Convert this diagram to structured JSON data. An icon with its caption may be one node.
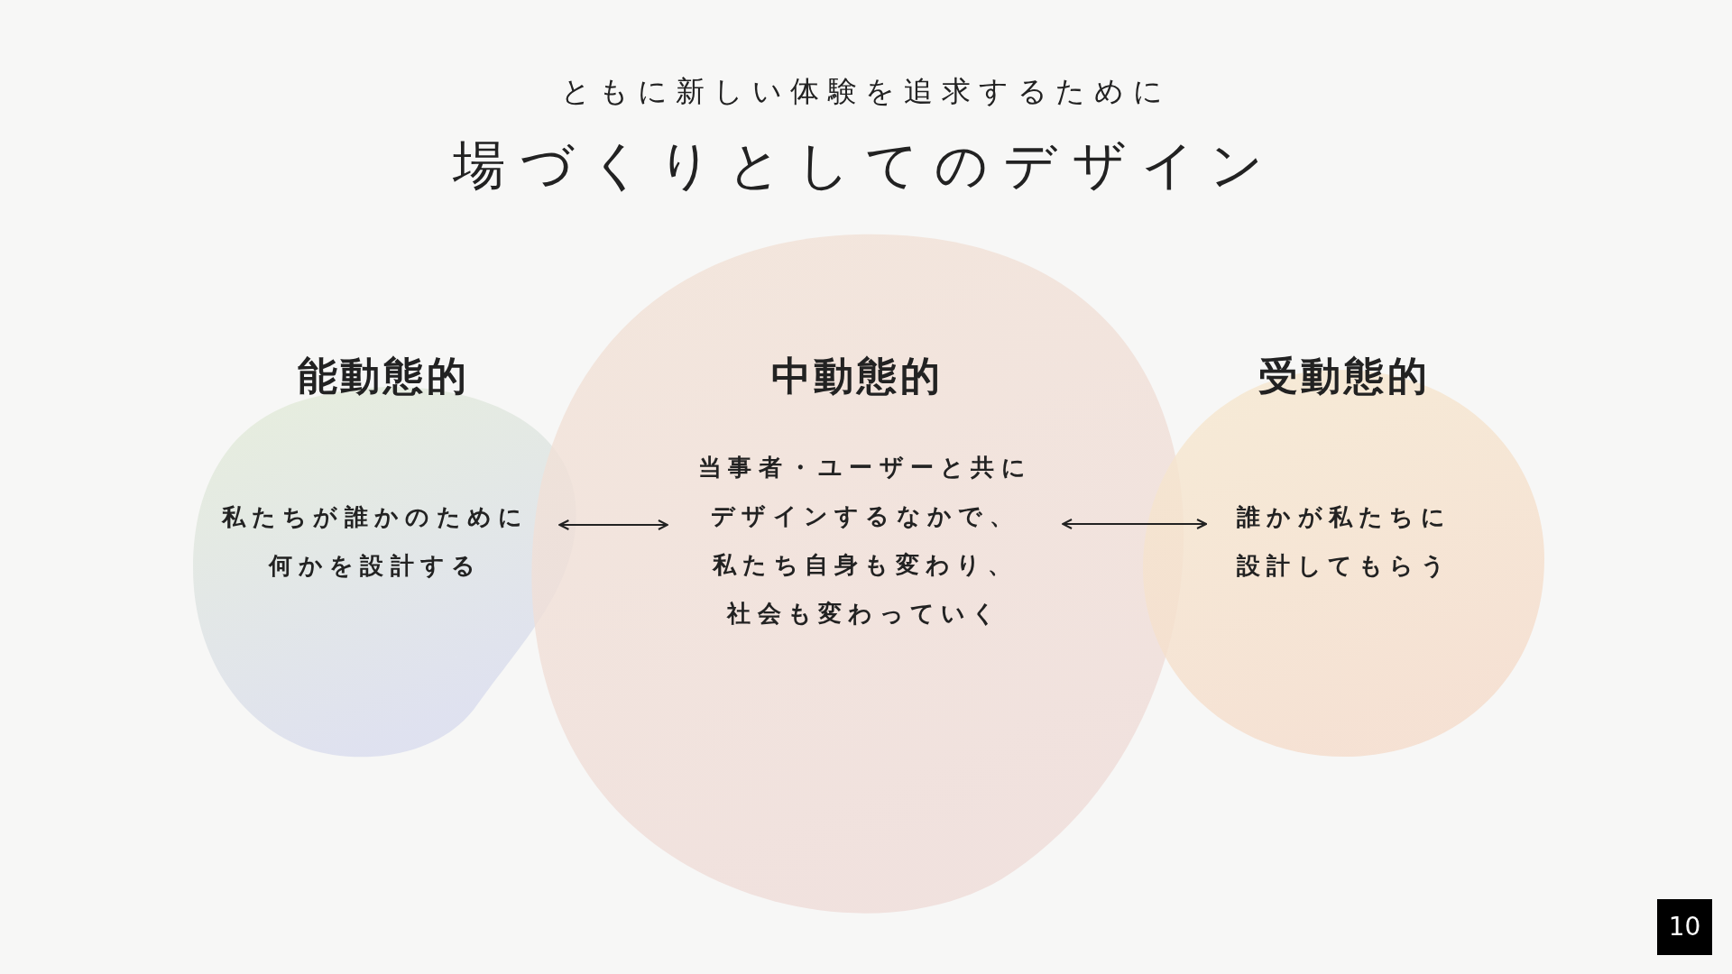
{
  "diagram": {
    "title": "場づくりとしてのデザイン",
    "nodes": [
      {
        "text": [
          "能動態的",
          "私たちが誰かのために何かを設計する"
        ]
      },
      {
        "text": [
          "中動態的",
          "当事者・ユーザーと共にデザインするなかで、私たち自身も変わり、社会も変わっていく"
        ]
      },
      {
        "text": [
          "受動態的",
          "誰かが私たちに設計してもらう"
        ]
      }
    ],
    "edges": [
      {
        "from": 0,
        "to": 1,
        "arrow": "both"
      },
      {
        "from": 1,
        "to": 2,
        "arrow": "both"
      }
    ],
    "labels": [
      "ともに新しい体験を追求するために",
      "10"
    ]
  }
}
